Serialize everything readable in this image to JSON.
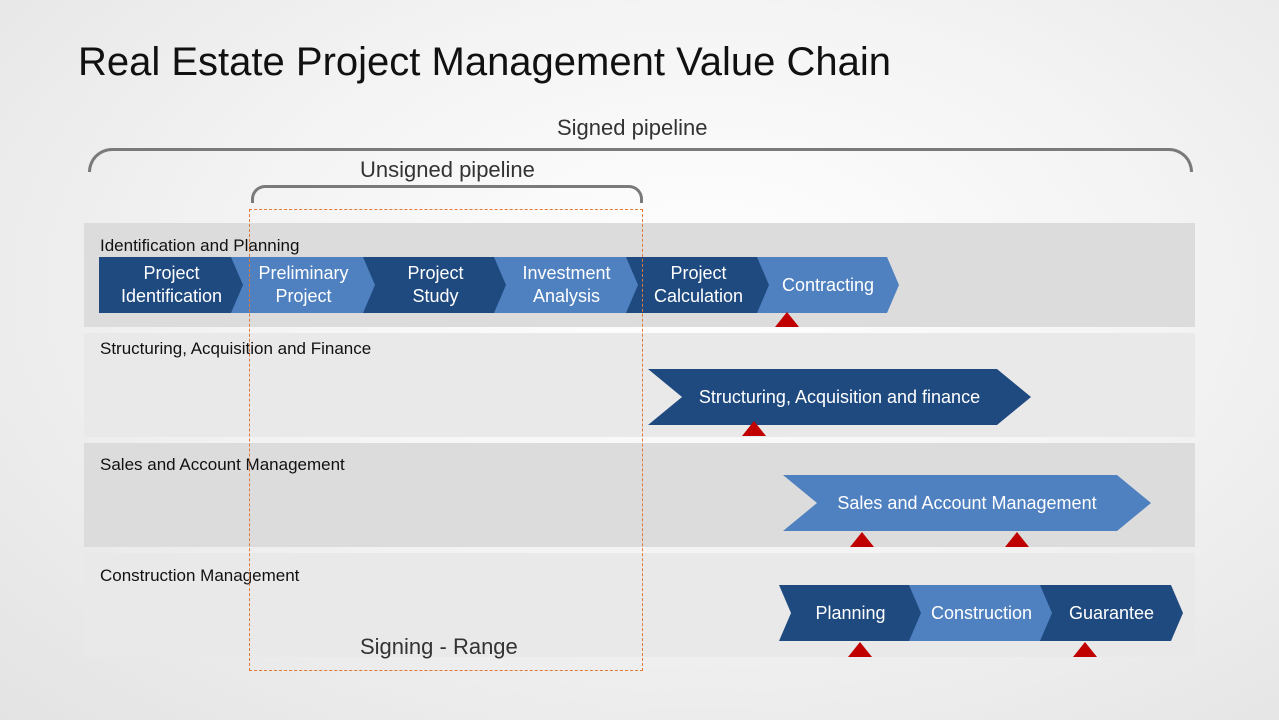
{
  "title": "Real Estate Project Management Value Chain",
  "brackets": {
    "signed": "Signed pipeline",
    "unsigned": "Unsigned pipeline"
  },
  "range_label": "Signing - Range",
  "rows": [
    {
      "label": "Identification and Planning",
      "steps": [
        {
          "line1": "Project",
          "line2": "Identification"
        },
        {
          "line1": "Preliminary",
          "line2": "Project"
        },
        {
          "line1": "Project",
          "line2": "Study"
        },
        {
          "line1": "Investment",
          "line2": "Analysis"
        },
        {
          "line1": "Project",
          "line2": "Calculation"
        },
        {
          "line1": "Contracting",
          "line2": ""
        }
      ]
    },
    {
      "label": "Structuring, Acquisition and Finance",
      "steps": [
        {
          "line1": "Structuring, Acquisition and finance",
          "line2": ""
        }
      ]
    },
    {
      "label": "Sales and Account Management",
      "steps": [
        {
          "line1": "Sales and Account Management",
          "line2": ""
        }
      ]
    },
    {
      "label": "Construction Management",
      "steps": [
        {
          "line1": "Planning",
          "line2": ""
        },
        {
          "line1": "Construction",
          "line2": ""
        },
        {
          "line1": "Guarantee",
          "line2": ""
        }
      ]
    }
  ],
  "colors": {
    "dark_blue": "#1f4a80",
    "light_blue": "#4f80c0",
    "marker_red": "#c00000",
    "range_orange": "#e07a3a"
  }
}
